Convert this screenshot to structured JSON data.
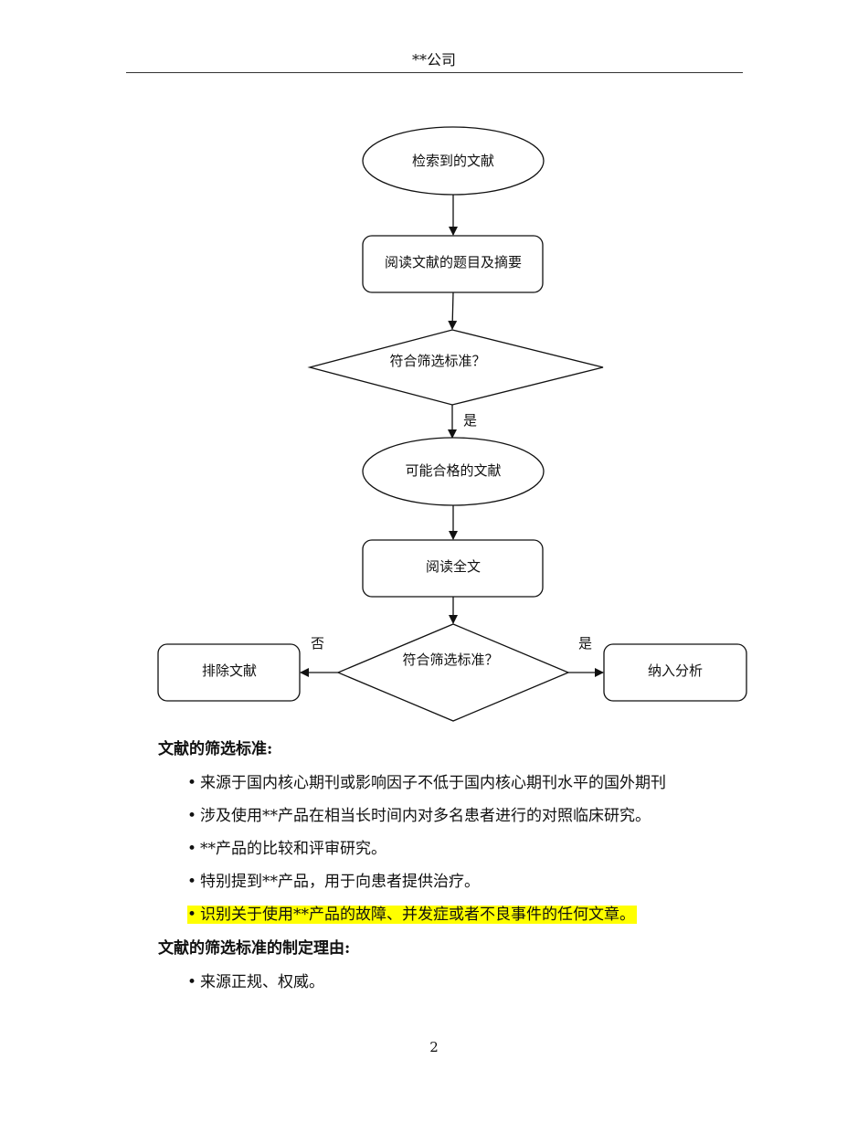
{
  "header": {
    "title": "**公司"
  },
  "flowchart": {
    "nodes": {
      "retrieved": "检索到的文献",
      "read_title": "阅读文献的题目及摘要",
      "criteria1": "符合筛选标准？",
      "eligible": "可能合格的文献",
      "read_full": "阅读全文",
      "criteria2": "符合筛选标准？",
      "exclude": "排除文献",
      "include": "纳入分析"
    },
    "labels": {
      "yes1": "是",
      "no2": "否",
      "yes2": "是"
    }
  },
  "criteria": {
    "heading": "文献的筛选标准:",
    "bullet": "•",
    "items": [
      "来源于国内核心期刊或影响因子不低于国内核心期刊水平的国外期刊",
      "涉及使用**产品在相当长时间内对多名患者进行的对照临床研究。",
      "**产品的比较和评审研究。",
      "特别提到**产品，用于向患者提供治疗。",
      "识别关于使用**产品的故障、并发症或者不良事件的任何文章。"
    ]
  },
  "rationale": {
    "heading": "文献的筛选标准的制定理由:",
    "items": [
      "来源正规、权威。"
    ]
  },
  "footer": {
    "page_number": "2"
  },
  "colors": {
    "highlight": "#ffff00"
  }
}
